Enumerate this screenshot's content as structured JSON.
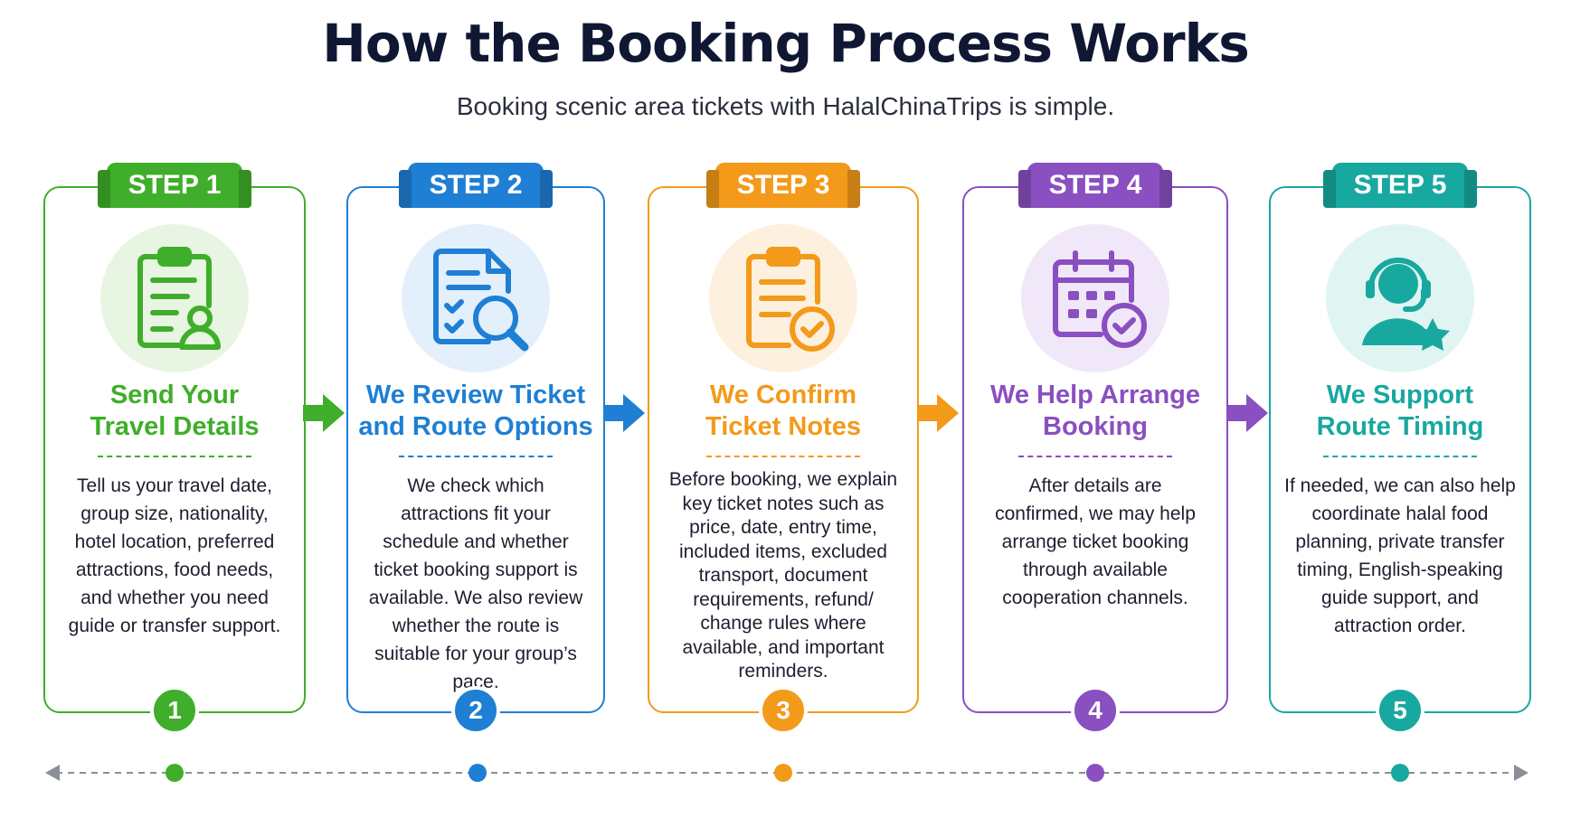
{
  "header": {
    "title": "How the Booking Process Works",
    "subtitle": "Booking scenic area tickets with HalalChinaTrips is simple."
  },
  "steps": [
    {
      "badge": "STEP 1",
      "icon": "clipboard-user-icon",
      "heading": [
        "Send Your",
        "Travel Details"
      ],
      "body": "Tell us your travel date, group size, nationality, hotel location, preferred attractions, food needs, and whether you need guide or transfer support.",
      "number": "1",
      "color": "#3fae2a",
      "tint": "#e8f5e2"
    },
    {
      "badge": "STEP 2",
      "icon": "document-search-icon",
      "heading": [
        "We Review Ticket",
        "and Route Options"
      ],
      "body": "We check which attractions fit your schedule and whether ticket booking support is available. We also review whether the route is suitable for your group’s pace.",
      "number": "2",
      "color": "#1e7fd4",
      "tint": "#e3effb"
    },
    {
      "badge": "STEP 3",
      "icon": "clipboard-check-icon",
      "heading": [
        "We Confirm",
        "Ticket Notes"
      ],
      "body": "Before booking, we explain key ticket notes such as price, date, entry time, included items, excluded transport, document requirements, refund/ change rules where available, and important reminders.",
      "number": "3",
      "color": "#f39a1a",
      "tint": "#fdf0de"
    },
    {
      "badge": "STEP 4",
      "icon": "calendar-check-icon",
      "heading": [
        "We Help Arrange",
        "Booking"
      ],
      "body": "After details are confirmed, we may help arrange ticket booking through available cooperation channels.",
      "number": "4",
      "color": "#8a4fc0",
      "tint": "#f0e7f8"
    },
    {
      "badge": "STEP 5",
      "icon": "support-agent-icon",
      "heading": [
        "We Support",
        "Route Timing"
      ],
      "body": "If needed, we can also help coordinate halal food planning, private transfer timing, English-speaking guide support, and attraction order.",
      "number": "5",
      "color": "#17a8a0",
      "tint": "#e0f4f2"
    }
  ]
}
